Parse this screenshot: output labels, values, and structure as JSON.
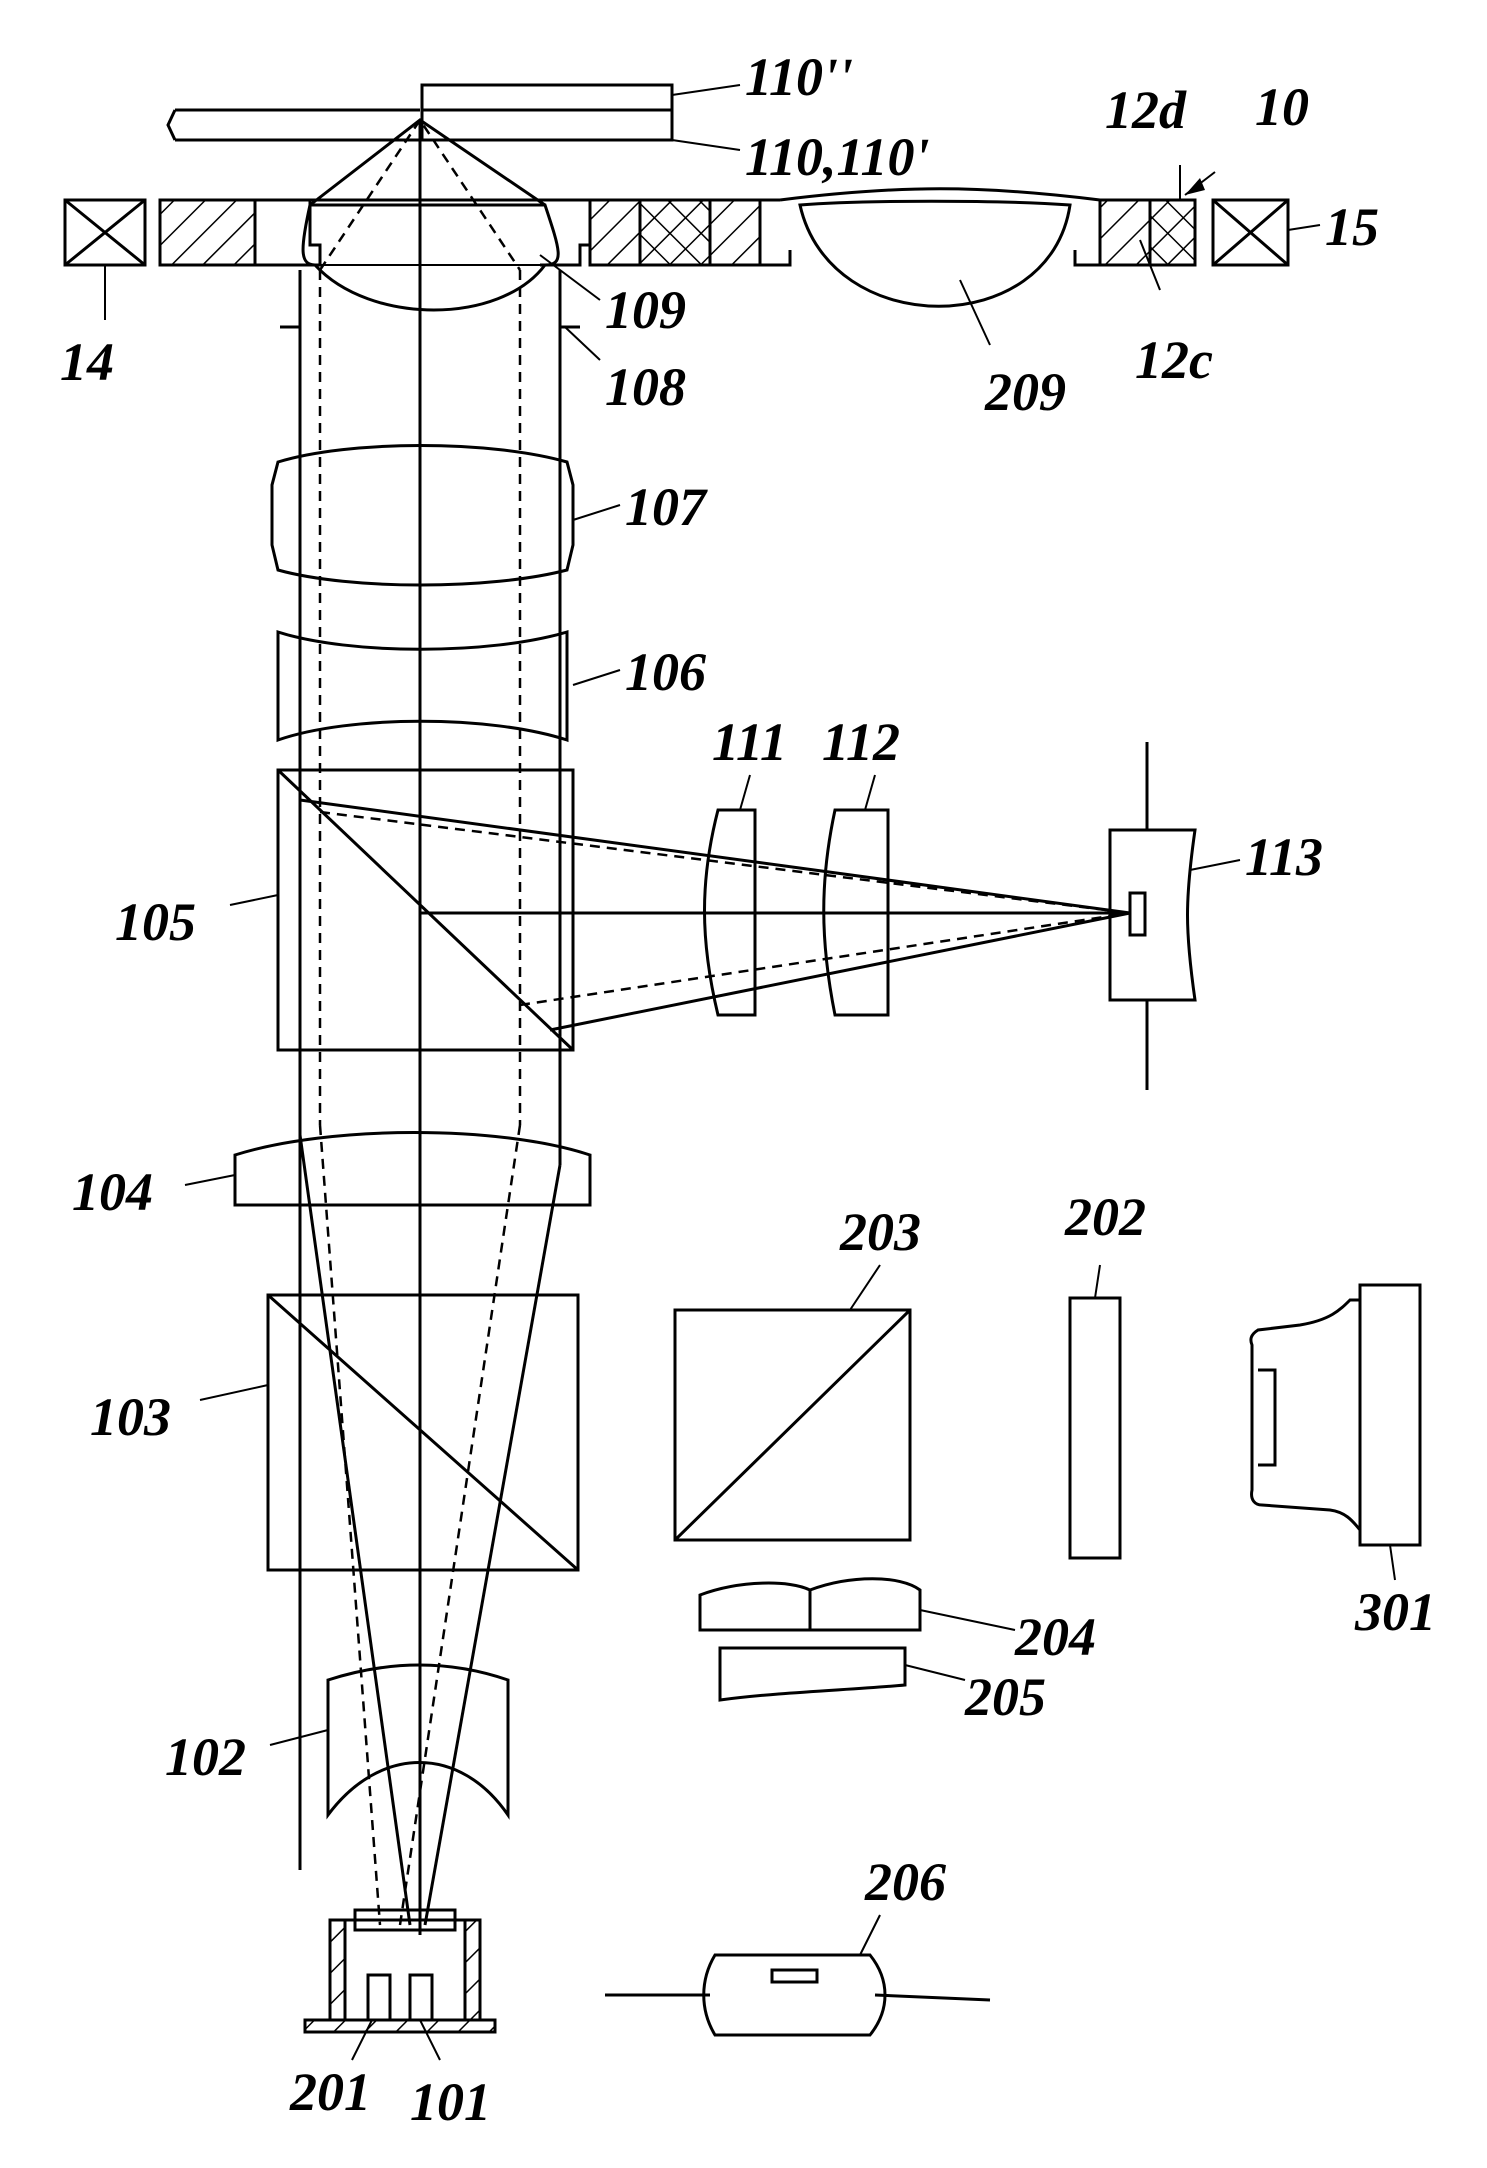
{
  "labels": {
    "l110pp": "110''",
    "l110": "110,110'",
    "l10": "10",
    "l12d": "12d",
    "l12c": "12c",
    "l14": "14",
    "l15": "15",
    "l109": "109",
    "l108": "108",
    "l209": "209",
    "l107": "107",
    "l106": "106",
    "l111": "111",
    "l112": "112",
    "l113": "113",
    "l105": "105",
    "l104": "104",
    "l203": "203",
    "l202": "202",
    "l103": "103",
    "l204": "204",
    "l205": "205",
    "l301": "301",
    "l102": "102",
    "l206": "206",
    "l201": "201",
    "l101": "101"
  }
}
